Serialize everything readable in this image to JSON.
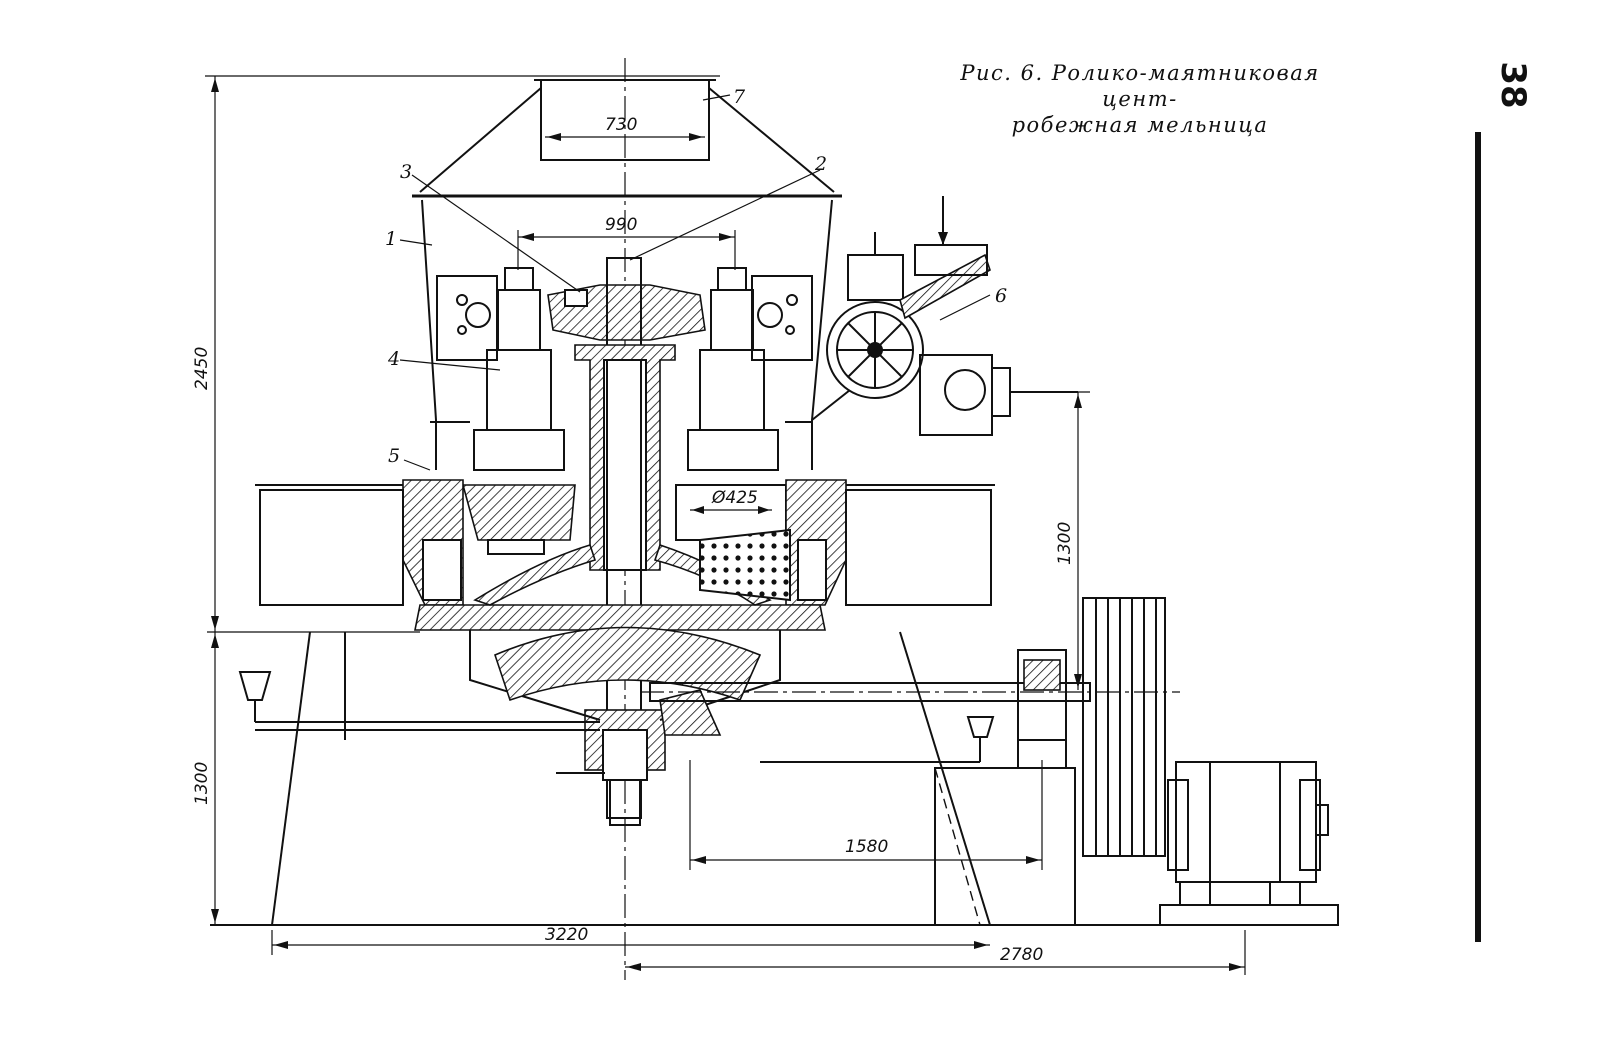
{
  "caption": {
    "line1": "Рис. 6. Ролико-маятниковая цент-",
    "line2": "робежная мельница"
  },
  "page_number": "38",
  "dimensions": {
    "hopper_width": "730",
    "roller_span": "990",
    "overall_height": "2450",
    "foundation_height": "1300",
    "motor_height": "1300",
    "roller_diameter": "Ø425",
    "shaft_distance": "1580",
    "base_left": "3220",
    "base_right": "2780"
  },
  "part_labels": {
    "p1": "1",
    "p2": "2",
    "p3": "3",
    "p4": "4",
    "p5": "5",
    "p6": "6",
    "p7": "7"
  }
}
